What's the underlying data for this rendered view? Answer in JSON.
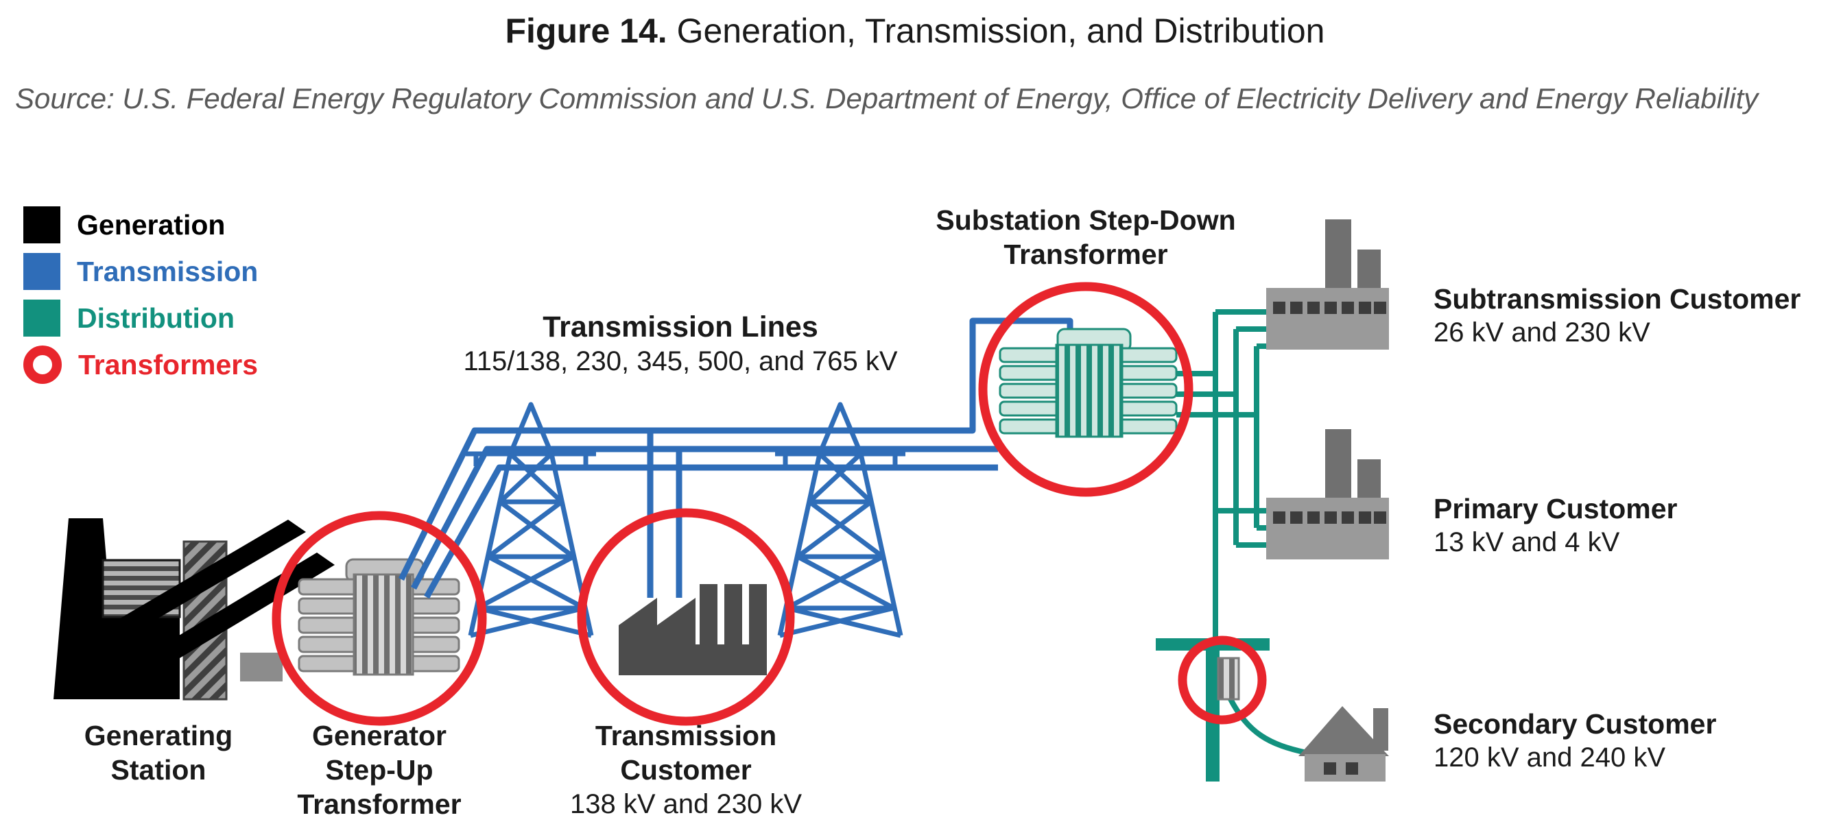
{
  "figure": {
    "title_bold": "Figure 14.",
    "title_rest": " Generation, Transmission, and Distribution",
    "source": "Source: U.S. Federal Energy Regulatory Commission and U.S. Department of Energy, Office of Electricity Delivery and Energy Reliability"
  },
  "legend": {
    "items": [
      {
        "label": "Generation",
        "color": "#000000",
        "swatch": "square"
      },
      {
        "label": "Transmission",
        "color": "#2f6db8",
        "swatch": "square"
      },
      {
        "label": "Distribution",
        "color": "#12917e",
        "swatch": "square"
      },
      {
        "label": "Transformers",
        "color": "#e8252c",
        "swatch": "ring"
      }
    ]
  },
  "labels": {
    "transmission_lines": {
      "title": "Transmission Lines",
      "subtitle": "115/138, 230, 345, 500, and 765 kV"
    },
    "substation": {
      "line1": "Substation Step-Down",
      "line2": "Transformer"
    },
    "generating_station": {
      "line1": "Generating",
      "line2": "Station"
    },
    "generator_stepup": {
      "line1": "Generator",
      "line2": "Step-Up",
      "line3": "Transformer"
    },
    "transmission_customer": {
      "line1": "Transmission",
      "line2": "Customer",
      "voltage": "138 kV and 230 kV"
    },
    "subtransmission_customer": {
      "title": "Subtransmission Customer",
      "voltage": "26 kV and 230 kV"
    },
    "primary_customer": {
      "title": "Primary Customer",
      "voltage": "13 kV and 4 kV"
    },
    "secondary_customer": {
      "title": "Secondary Customer",
      "voltage": "120 kV and 240 kV"
    }
  },
  "colors": {
    "generation_black": "#000000",
    "transmission_blue": "#2f6db8",
    "distribution_teal": "#12917e",
    "transformer_red": "#e8252c",
    "source_text_gray": "#595959",
    "building_gray": "#9a9a9a",
    "dark_factory_gray": "#4c4c4c"
  }
}
